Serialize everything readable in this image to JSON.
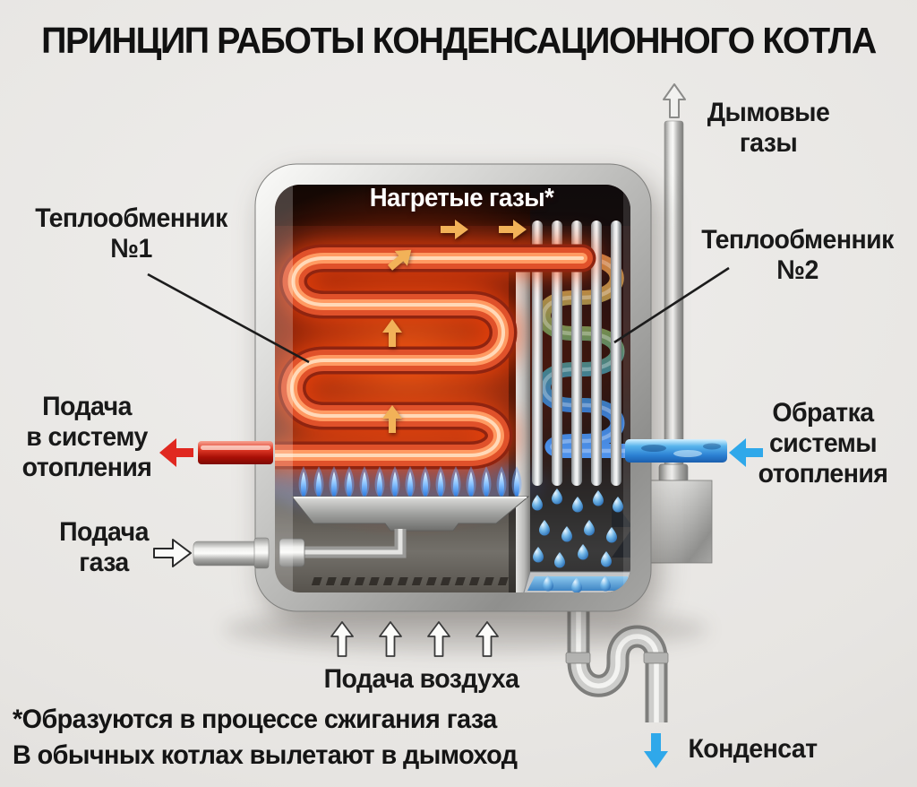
{
  "title": "ПРИНЦИП РАБОТЫ КОНДЕНСАЦИОННОГО КОТЛА",
  "labels": {
    "heat_exchanger_1": {
      "line1": "Теплообменник",
      "line2": "№1"
    },
    "heat_exchanger_2": {
      "line1": "Теплообменник",
      "line2": "№2"
    },
    "flue_gases": {
      "line1": "Дымовые",
      "line2": "газы"
    },
    "heated_gases": "Нагретые газы*",
    "heating_supply": {
      "line1": "Подача",
      "line2": "в систему",
      "line3": "отопления"
    },
    "heating_return": {
      "line1": "Обратка",
      "line2": "системы",
      "line3": "отопления"
    },
    "gas_supply": {
      "line1": "Подача",
      "line2": "газа"
    },
    "air_supply": "Подача воздуха",
    "condensate": "Конденсат"
  },
  "footnote": {
    "line1": "*Образуются в процессе сжигания газа",
    "line2": "В обычных котлах вылетают в дымоход"
  },
  "colors": {
    "hot_flow": "#e02820",
    "cold_flow": "#2fa8ea",
    "gas_flow_arrow": "#f2b258",
    "text": "#191919",
    "background": "#e9e7e4"
  }
}
